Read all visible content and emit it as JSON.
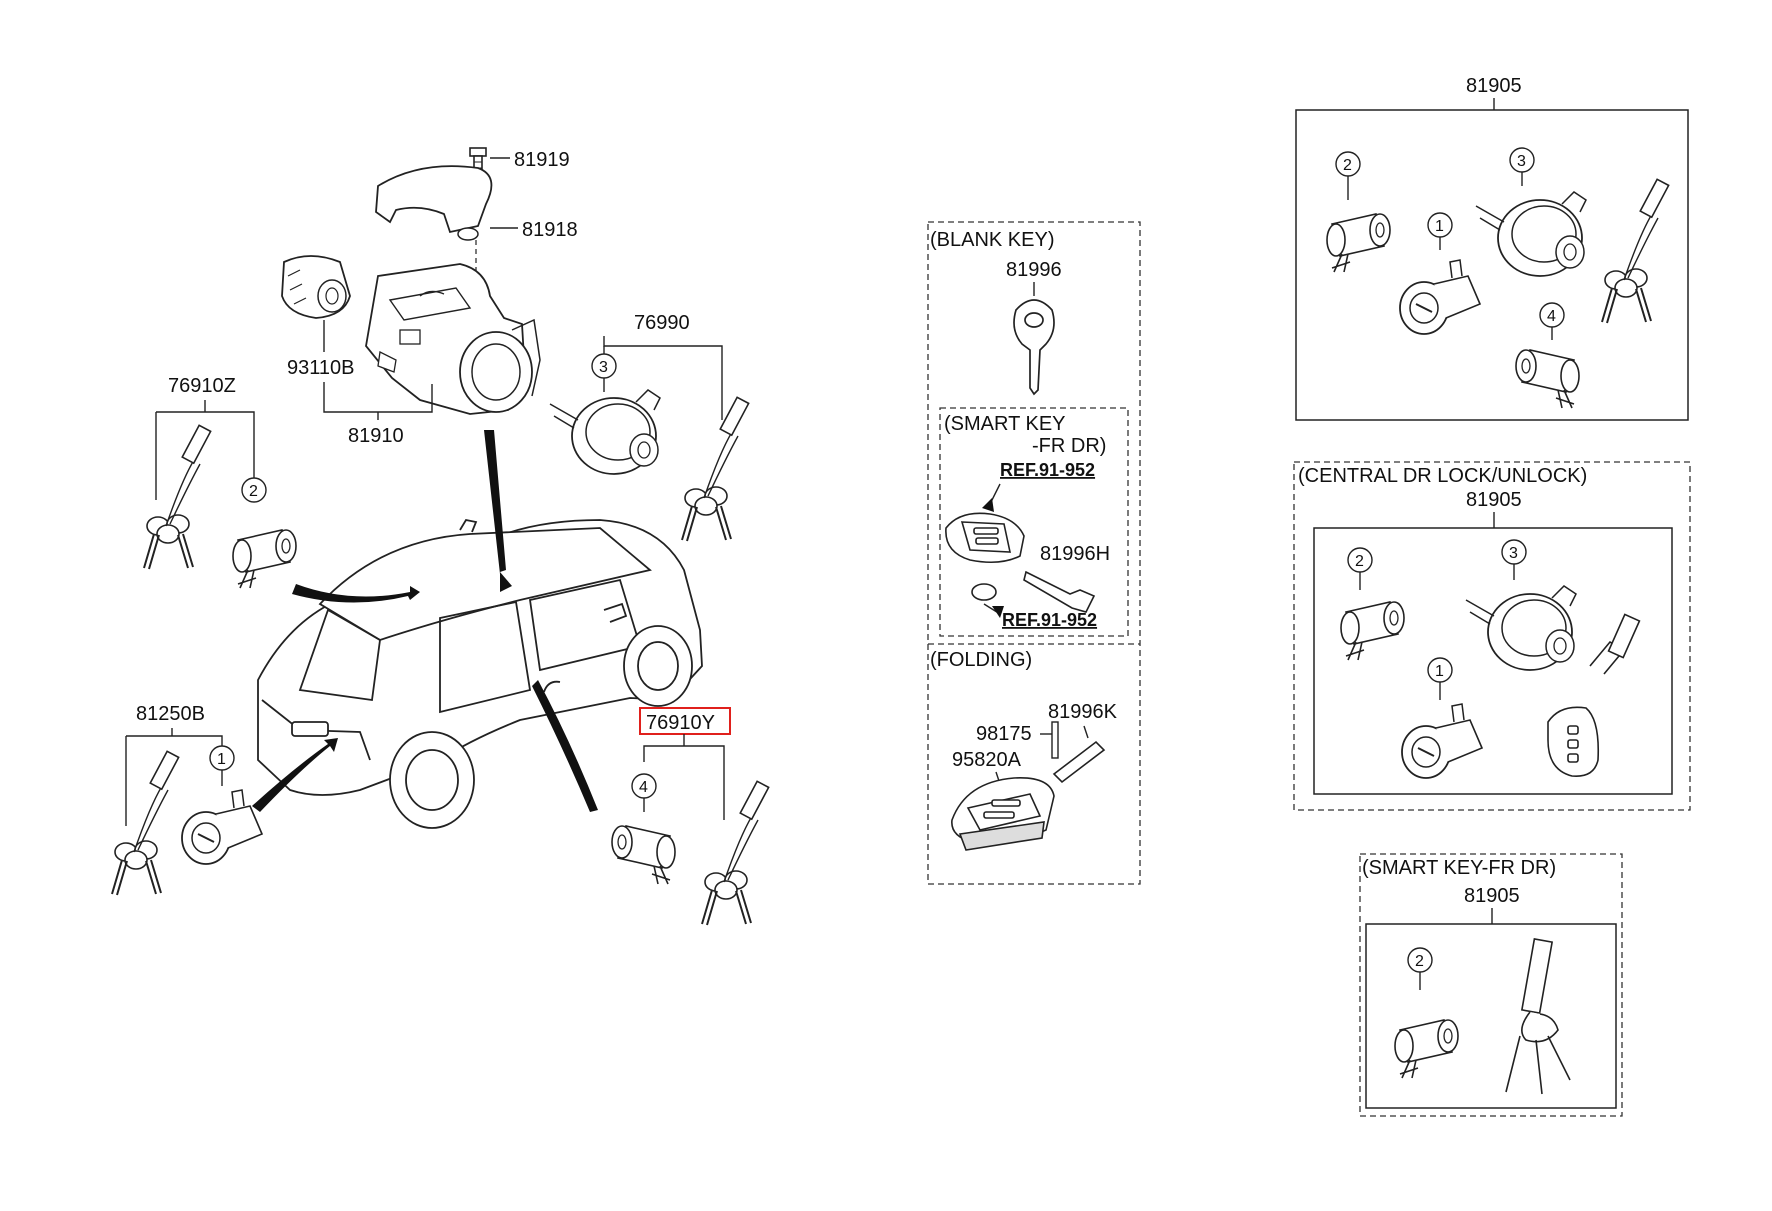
{
  "parts": {
    "p81919": "81919",
    "p81918": "81918",
    "p93110B": "93110B",
    "p81910": "81910",
    "p76990": "76990",
    "p76910Z": "76910Z",
    "p81250B": "81250B",
    "p76910Y": "76910Y"
  },
  "callouts": {
    "c1": "1",
    "c2": "2",
    "c3": "3",
    "c4": "4"
  },
  "blank_key": {
    "heading": "(BLANK KEY)",
    "part": "81996",
    "smart_key": {
      "heading_line1": "(SMART KEY",
      "heading_line2": "-FR DR)",
      "ref_top": "REF.91-952",
      "part_81996H": "81996H",
      "ref_bottom": "REF.91-952"
    },
    "folding": {
      "heading": "(FOLDING)",
      "part_98175": "98175",
      "part_81996K": "81996K",
      "part_95820A": "95820A"
    }
  },
  "kit_top": {
    "part": "81905"
  },
  "kit_central": {
    "heading": "(CENTRAL DR LOCK/UNLOCK)",
    "part": "81905"
  },
  "kit_smart": {
    "heading": "(SMART KEY-FR DR)",
    "part": "81905"
  },
  "colors": {
    "highlight": "#e0201c",
    "line": "#111111"
  }
}
